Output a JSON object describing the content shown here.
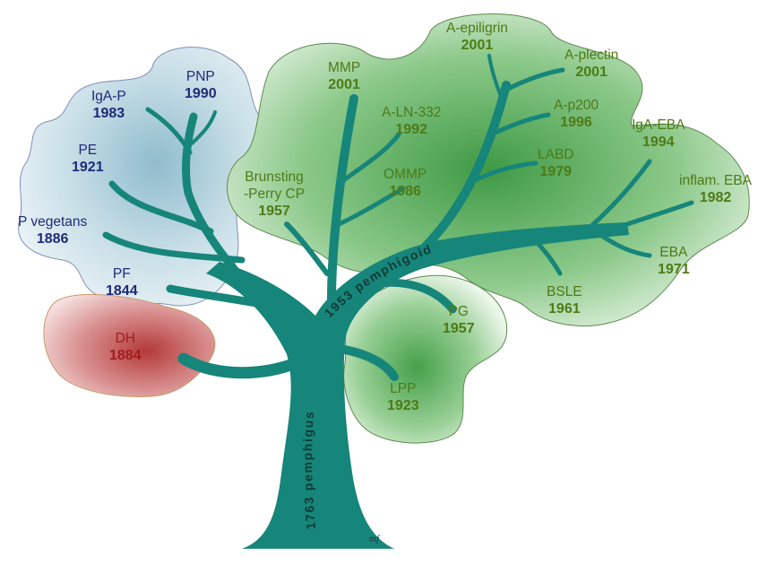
{
  "colors": {
    "pemphigus_text": "#1f2a78",
    "pemphigoid_text": "#4e7a16",
    "dh_text": "#a21c1c",
    "trunk": "#16857a",
    "pemphigus_cloud": "#bfd8e2",
    "pemphigoid_cloud": "#4fa84f",
    "dh_cloud": "#c76a6a"
  },
  "trunk_label": "1763 pemphigus",
  "branch_label": "1953 pemphigoid",
  "signature": "mf",
  "dh": {
    "name": "DH",
    "year": "1884"
  },
  "pemphigus": [
    {
      "name": "IgA-P",
      "year": "1983"
    },
    {
      "name": "PNP",
      "year": "1990"
    },
    {
      "name": "PE",
      "year": "1921"
    },
    {
      "name": "P vegetans",
      "year": "1886"
    },
    {
      "name": "PF",
      "year": "1844"
    }
  ],
  "pemphigoid": [
    {
      "name": "MMP",
      "year": "2001"
    },
    {
      "name": "A-epiligrin",
      "year": "2001"
    },
    {
      "name": "A-plectin",
      "year": "2001"
    },
    {
      "name": "A-LN-332",
      "year": "1992"
    },
    {
      "name": "A-p200",
      "year": "1996"
    },
    {
      "name": "IgA-EBA",
      "year": "1994"
    },
    {
      "name": "OMMP",
      "year": "1986"
    },
    {
      "name": "LABD",
      "year": "1979"
    },
    {
      "name": "inflam. EBA",
      "year": "1982"
    },
    {
      "name": "EBA",
      "year": "1971"
    },
    {
      "name": "BSLE",
      "year": "1961"
    },
    {
      "name": "PG",
      "year": "1957"
    },
    {
      "name": "LPP",
      "year": "1923"
    }
  ],
  "brunsting": {
    "line1": "Brunsting",
    "line2": "-Perry CP",
    "year": "1957"
  }
}
